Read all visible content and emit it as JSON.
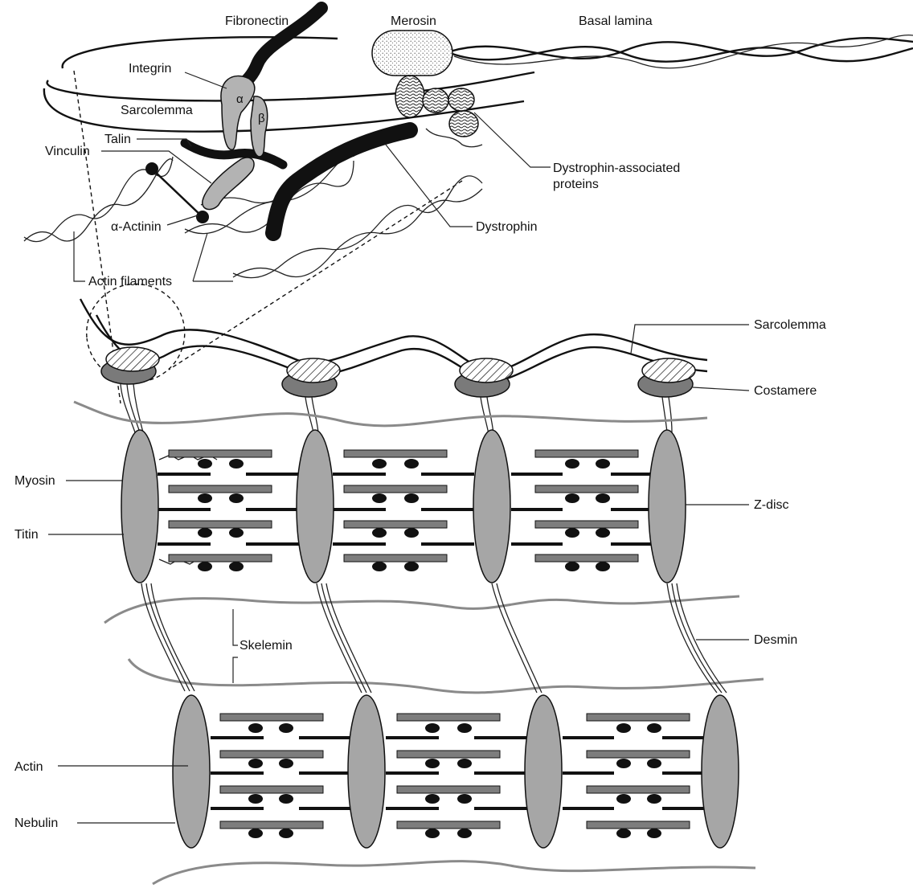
{
  "labels": {
    "fibronectin": "Fibronectin",
    "merosin": "Merosin",
    "basal_lamina": "Basal lamina",
    "integrin": "Integrin",
    "sarcolemma_top": "Sarcolemma",
    "alpha": "α",
    "beta": "β",
    "talin": "Talin",
    "vinculin": "Vinculin",
    "dap_line1": "Dystrophin-associated",
    "dap_line2": "proteins",
    "alpha_actinin": "α-Actinin",
    "dystrophin": "Dystrophin",
    "actin_filaments": "Actin filaments",
    "sarcolemma_right": "Sarcolemma",
    "costamere": "Costamere",
    "myosin": "Myosin",
    "z_disc": "Z-disc",
    "titin": "Titin",
    "skelemin": "Skelemin",
    "desmin": "Desmin",
    "actin": "Actin",
    "nebulin": "Nebulin"
  },
  "colors": {
    "grey_fill": "#b3b3b3",
    "dark_fill": "#7a7a7a",
    "disc_fill": "#a6a6a6",
    "myosin_bar": "#7d7d7d",
    "outline": "#111111"
  }
}
